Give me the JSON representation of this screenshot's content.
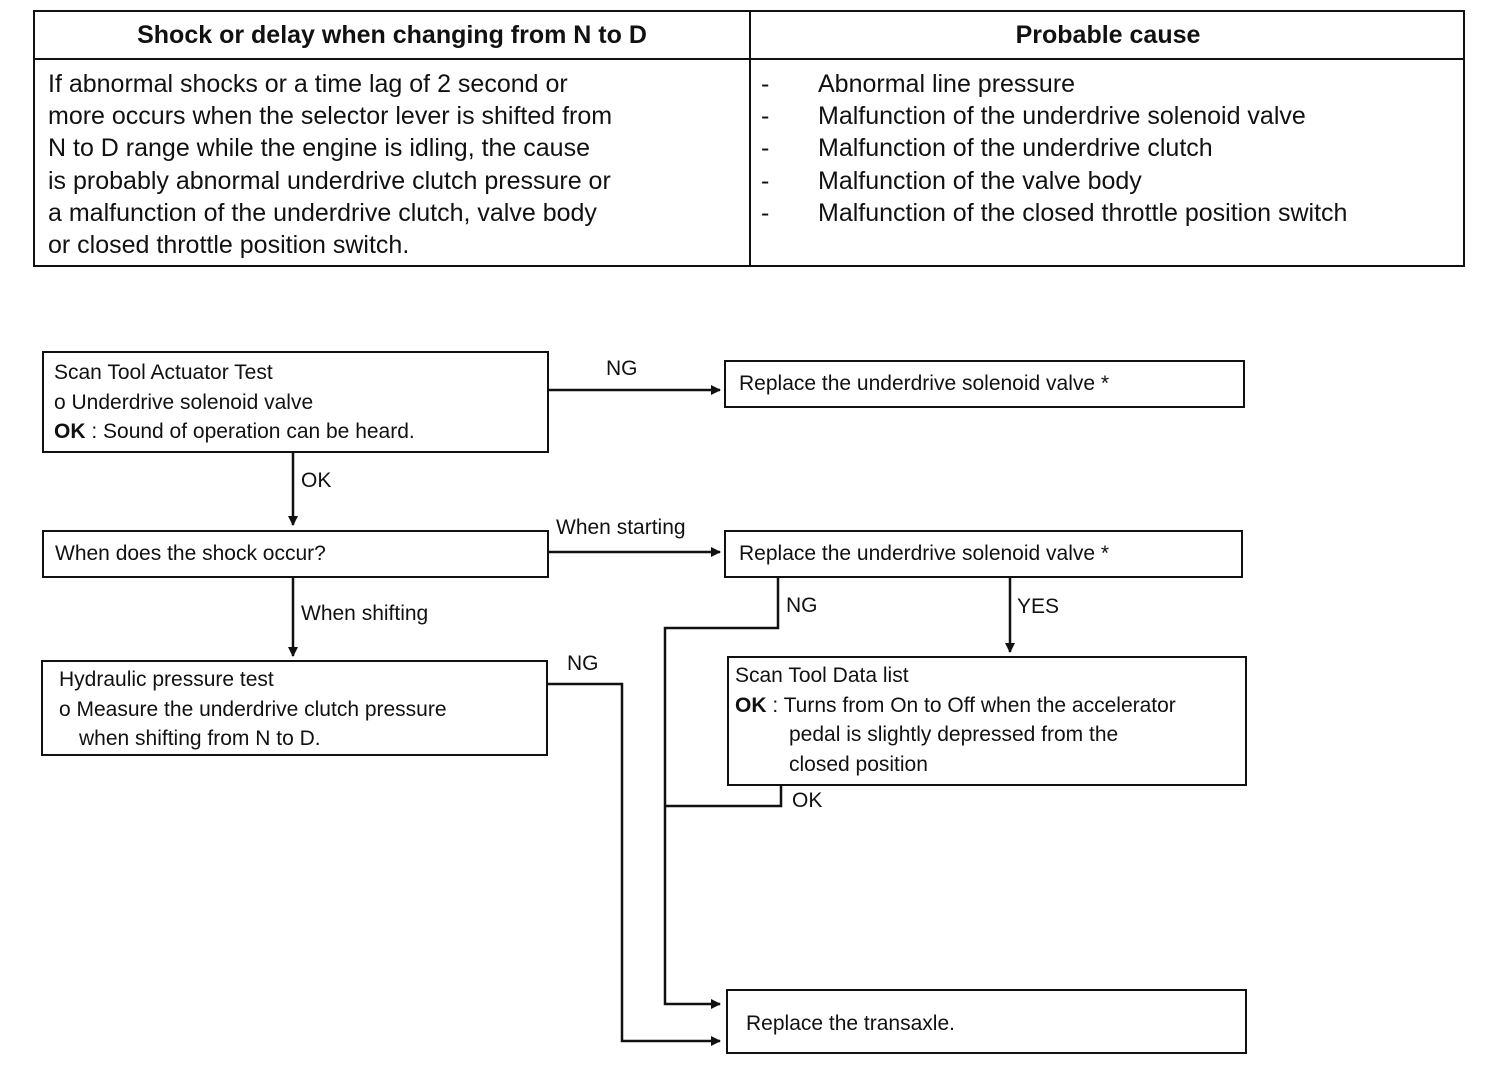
{
  "table": {
    "header_left": "Shock or delay when changing from N to D",
    "header_right": "Probable cause",
    "description_lines": [
      "If abnormal shocks or a time lag of 2 second or",
      "more occurs when the selector lever is shifted from",
      "N to D range while the engine is idling, the cause",
      "is probably abnormal underdrive clutch pressure or",
      "a malfunction of the underdrive clutch, valve body",
      "or closed throttle position switch."
    ],
    "bullet": "-",
    "causes": [
      "Abnormal line pressure",
      "Malfunction of the underdrive solenoid valve",
      "Malfunction of the underdrive clutch",
      "Malfunction of the valve body",
      "Malfunction of the closed throttle position switch"
    ]
  },
  "flow": {
    "actuator_test": {
      "line1": "Scan Tool Actuator Test",
      "line2": "o Underdrive solenoid valve",
      "ok_key": "OK",
      "ok_text": " : Sound of operation can be heard."
    },
    "replace_solenoid_1": "Replace the underdrive solenoid valve *",
    "shock_question": "When does the shock occur?",
    "replace_solenoid_2": "Replace the underdrive solenoid valve *",
    "hydraulic_test": {
      "line1": "Hydraulic pressure test",
      "line2": "o Measure the underdrive clutch pressure",
      "line3": "when shifting from N to D."
    },
    "data_list": {
      "line1": "Scan Tool Data list",
      "ok_key": "OK",
      "ok_sep": " : ",
      "ok_line1": "Turns from On to Off when the accelerator",
      "ok_line2": "pedal is slightly depressed from the",
      "ok_line3": "closed position"
    },
    "replace_transaxle": "Replace the transaxle.",
    "labels": {
      "ng_1": "NG",
      "ok_1": "OK",
      "when_starting": "When starting",
      "when_shifting": "When shifting",
      "ng_2": "NG",
      "yes": "YES",
      "ng_3": "NG",
      "ok_2": "OK"
    }
  }
}
